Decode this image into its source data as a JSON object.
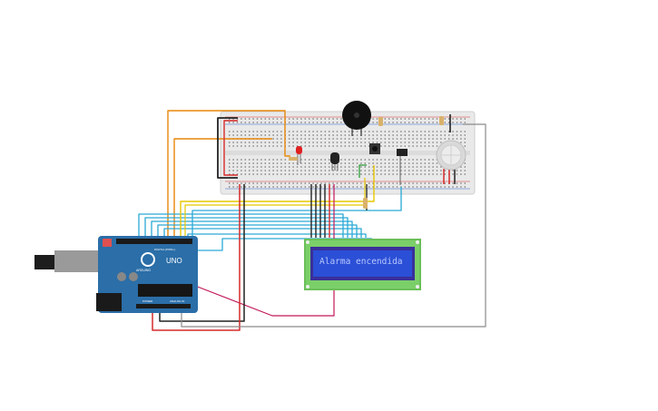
{
  "lcd": {
    "text": "Alarma encendida"
  },
  "arduino": {
    "model_label": "UNO",
    "brand_label": "ARDUINO",
    "power_label": "POWER",
    "analog_label": "ANALOG IN",
    "digital_label": "DIGITAL (PWM~)"
  },
  "colors": {
    "background": "#ffffff",
    "breadboard": "#e9e9e9",
    "arduino_board": "#2b6ea8",
    "lcd_board": "#6bbf5a",
    "lcd_screen": "#2b4fd6",
    "lcd_text": "#b8c8ff",
    "wire_orange": "#e8870a",
    "wire_blue": "#2aa9d6",
    "wire_red": "#d62a2a",
    "wire_black": "#222222",
    "wire_yellow": "#e6c700",
    "wire_gray": "#8a8a8a",
    "wire_magenta": "#c2185b",
    "wire_green": "#2e9e3a"
  },
  "components": [
    "breadboard",
    "arduino-uno",
    "lcd-16x2",
    "piezo-buzzer",
    "red-led",
    "pushbutton",
    "gas-sensor",
    "temperature-sensor",
    "tilt-switch",
    "resistors"
  ]
}
